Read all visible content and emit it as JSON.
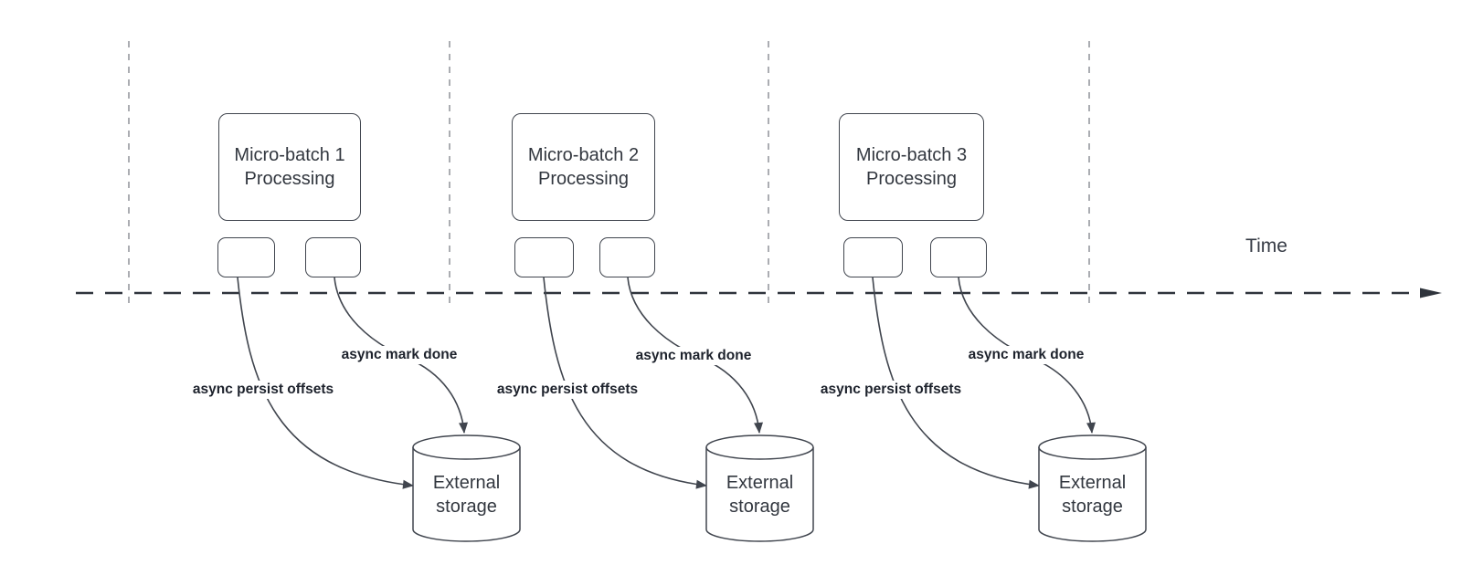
{
  "time_axis": {
    "label": "Time"
  },
  "batches": [
    {
      "box_lines": [
        "Micro-batch 1",
        "Processing"
      ],
      "persist_label": "async persist offsets",
      "done_label": "async mark done",
      "storage_lines": [
        "External",
        "storage"
      ]
    },
    {
      "box_lines": [
        "Micro-batch 2",
        "Processing"
      ],
      "persist_label": "async persist offsets",
      "done_label": "async mark done",
      "storage_lines": [
        "External",
        "storage"
      ]
    },
    {
      "box_lines": [
        "Micro-batch 3",
        "Processing"
      ],
      "persist_label": "async persist offsets",
      "done_label": "async mark done",
      "storage_lines": [
        "External",
        "storage"
      ]
    }
  ],
  "colors": {
    "shape_stroke": "#40454e",
    "shape_text": "#32373f",
    "edge_label_text": "#1d222c",
    "axis_stroke": "#2f343c",
    "guide_stroke": "#abadb2",
    "background": "#ffffff"
  }
}
